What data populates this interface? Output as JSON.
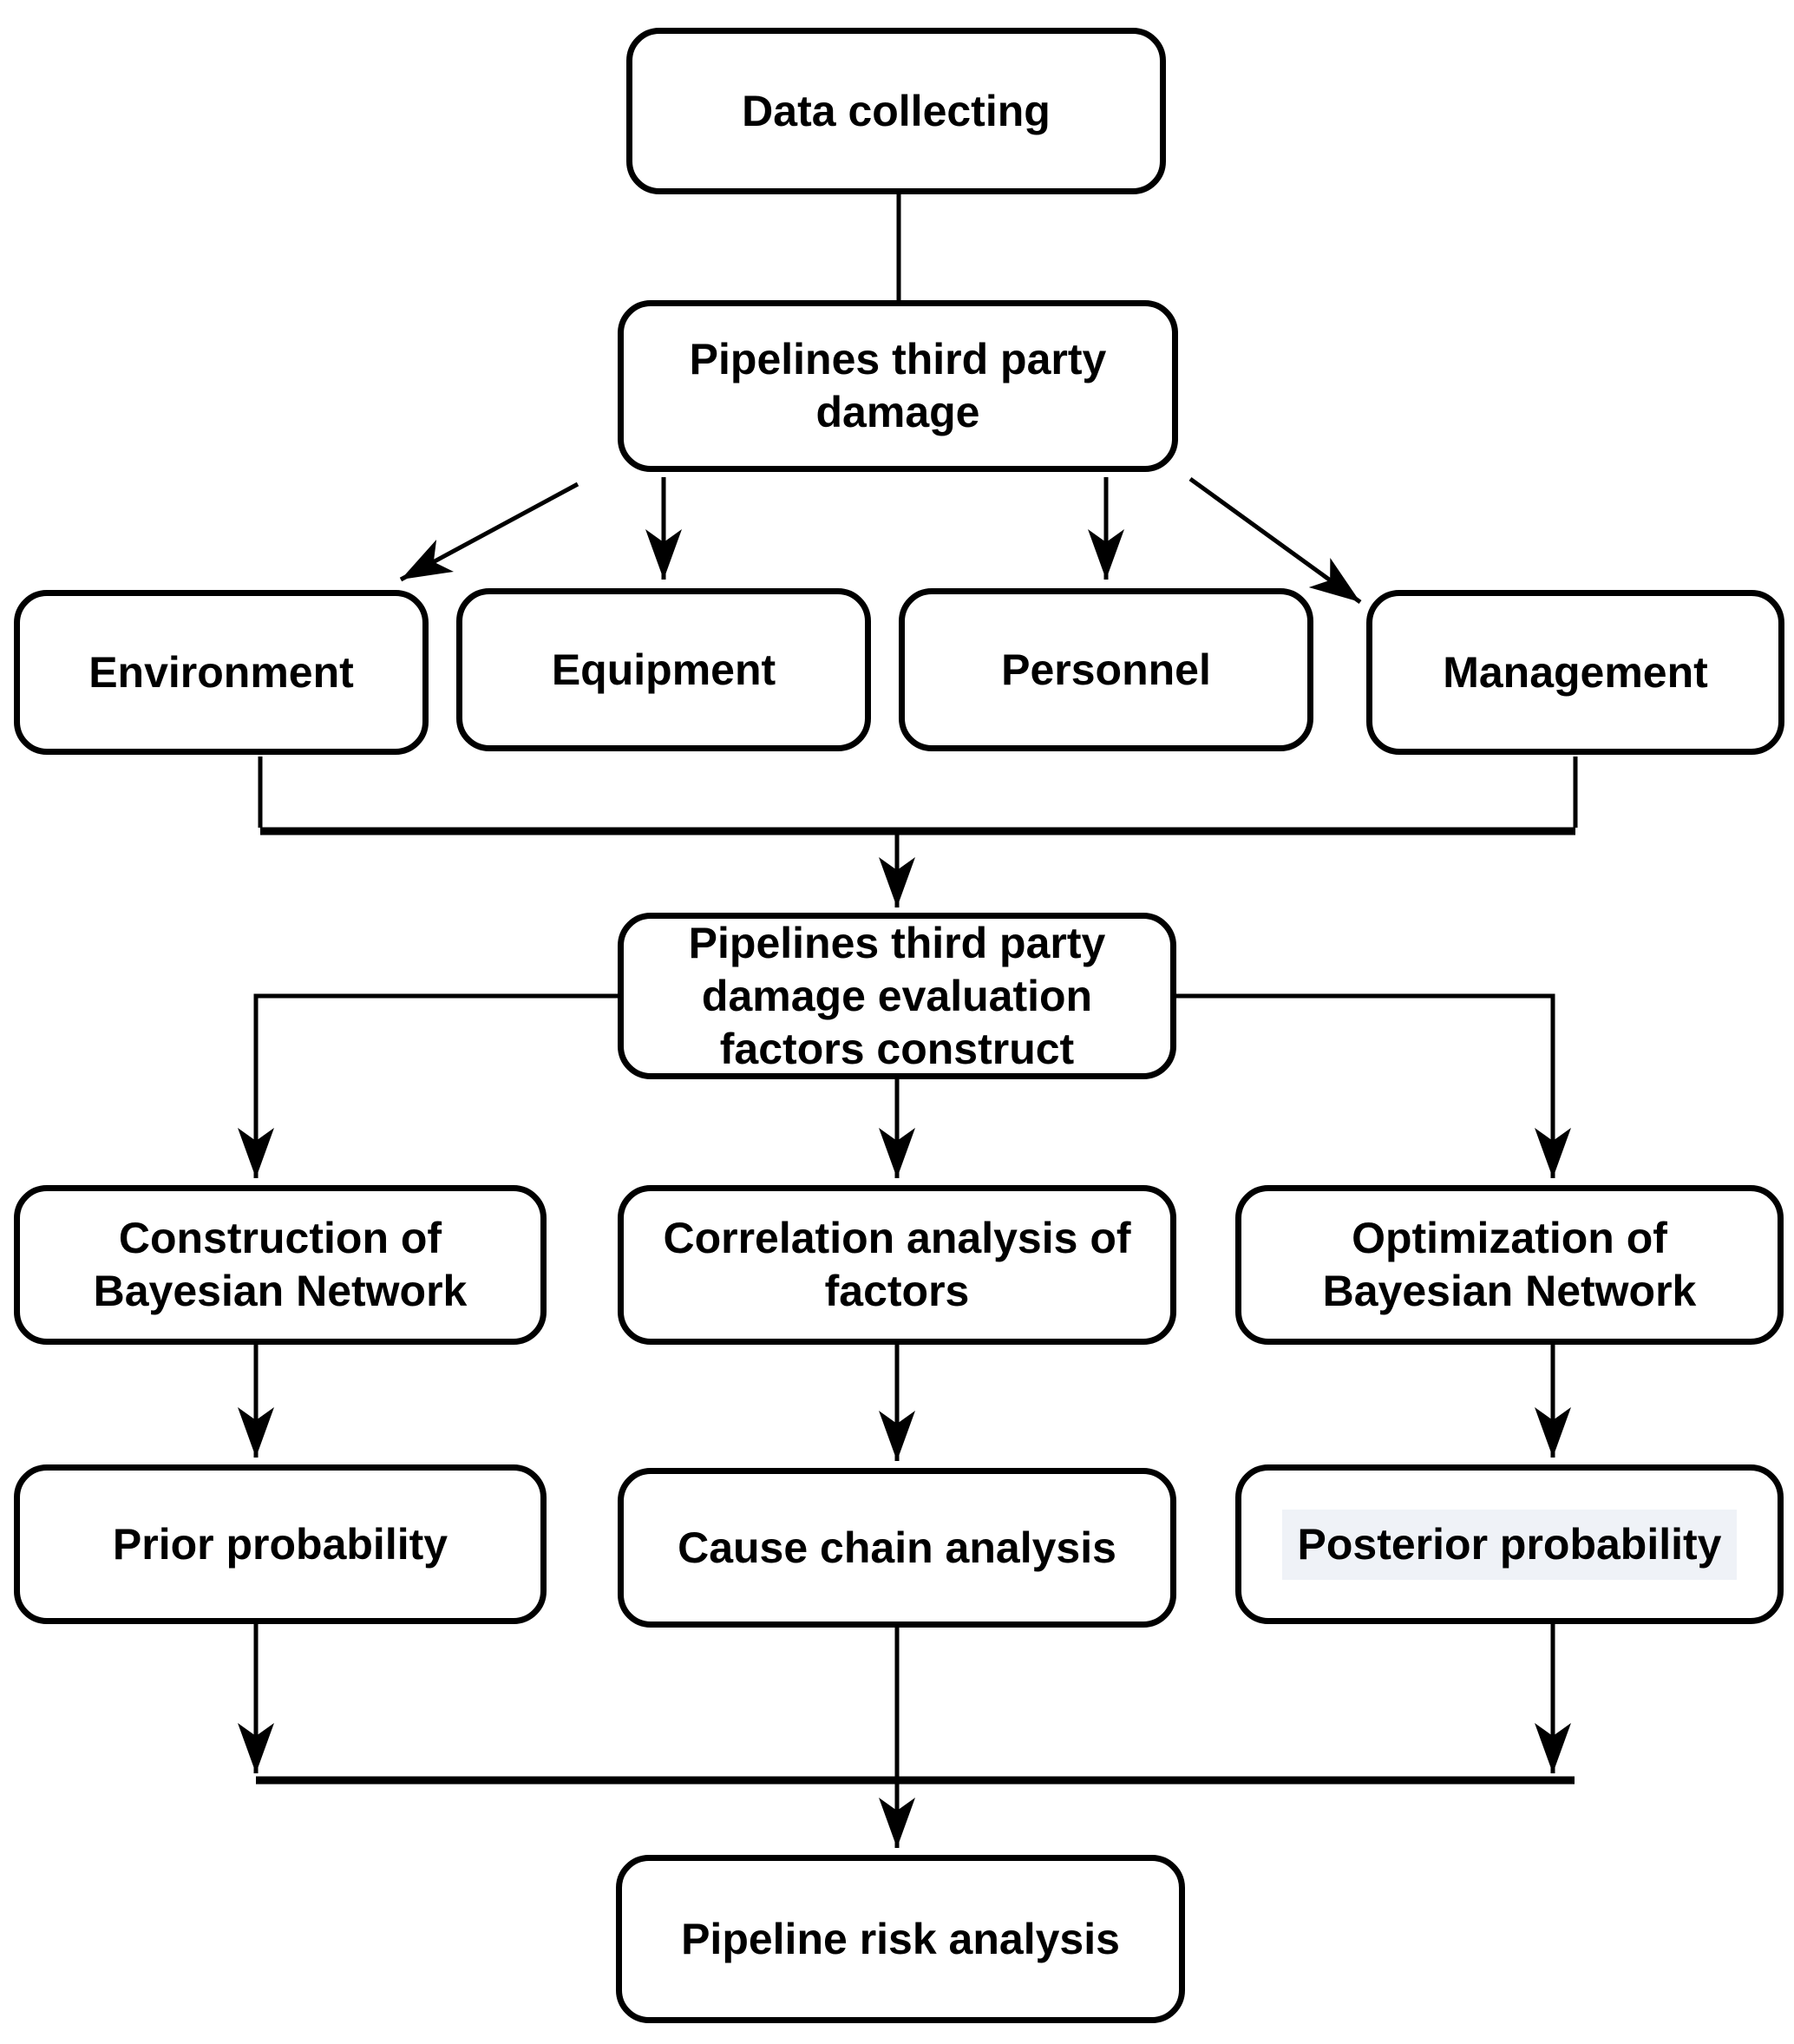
{
  "diagram": {
    "type": "flowchart",
    "colors": {
      "background": "#ffffff",
      "box_fill": "#ffffff",
      "box_border": "#000000",
      "connector": "#000000",
      "text": "#000000",
      "posterior_highlight": "#eff2f7"
    },
    "nodes": {
      "data_collecting": {
        "label": "Data collecting"
      },
      "pipelines_damage": {
        "label": "Pipelines third party damage"
      },
      "environment": {
        "label": "Environment"
      },
      "equipment": {
        "label": "Equipment"
      },
      "personnel": {
        "label": "Personnel"
      },
      "management": {
        "label": "Management"
      },
      "evaluation_construct": {
        "label": "Pipelines third party damage evaluation factors construct"
      },
      "construction_bayesian": {
        "label": "Construction of Bayesian Network"
      },
      "correlation_analysis": {
        "label": "Correlation analysis of factors"
      },
      "optimization_bayesian": {
        "label": "Optimization of Bayesian Network"
      },
      "prior_probability": {
        "label": "Prior probability"
      },
      "cause_chain_analysis": {
        "label": "Cause chain analysis"
      },
      "posterior_probability": {
        "label": "Posterior probability"
      },
      "pipeline_risk_analysis": {
        "label": "Pipeline risk analysis"
      }
    },
    "edges": [
      {
        "from": "data_collecting",
        "to": "pipelines_damage",
        "arrow": false
      },
      {
        "from": "pipelines_damage",
        "to": "environment",
        "arrow": true
      },
      {
        "from": "pipelines_damage",
        "to": "equipment",
        "arrow": true
      },
      {
        "from": "pipelines_damage",
        "to": "personnel",
        "arrow": true
      },
      {
        "from": "pipelines_damage",
        "to": "management",
        "arrow": true
      },
      {
        "from": "environment",
        "to": "evaluation_construct",
        "arrow": true,
        "via": "merge-bar"
      },
      {
        "from": "management",
        "to": "evaluation_construct",
        "arrow": true,
        "via": "merge-bar"
      },
      {
        "from": "evaluation_construct",
        "to": "construction_bayesian",
        "arrow": true
      },
      {
        "from": "evaluation_construct",
        "to": "correlation_analysis",
        "arrow": true
      },
      {
        "from": "evaluation_construct",
        "to": "optimization_bayesian",
        "arrow": true
      },
      {
        "from": "construction_bayesian",
        "to": "prior_probability",
        "arrow": true
      },
      {
        "from": "correlation_analysis",
        "to": "cause_chain_analysis",
        "arrow": true
      },
      {
        "from": "optimization_bayesian",
        "to": "posterior_probability",
        "arrow": true
      },
      {
        "from": "prior_probability",
        "to": "pipeline_risk_analysis",
        "arrow": true,
        "via": "merge-bar"
      },
      {
        "from": "cause_chain_analysis",
        "to": "pipeline_risk_analysis",
        "arrow": true,
        "via": "merge-bar"
      },
      {
        "from": "posterior_probability",
        "to": "pipeline_risk_analysis",
        "arrow": true,
        "via": "merge-bar"
      }
    ]
  }
}
